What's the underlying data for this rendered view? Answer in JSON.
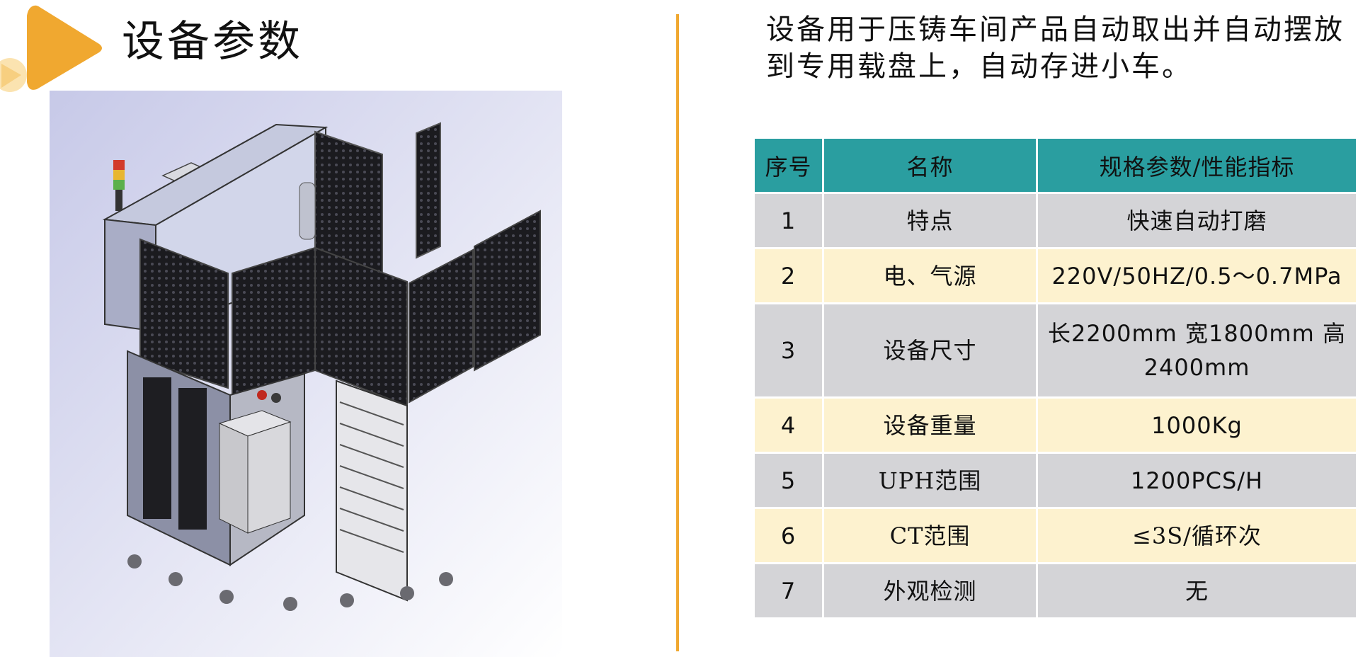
{
  "header": {
    "title": "设备参数"
  },
  "description": "设备用于压铸车间产品自动取出并自动摆放到专用载盘上，自动存进小车。",
  "table": {
    "headers": [
      "序号",
      "名称",
      "规格参数/性能指标"
    ],
    "rows": [
      {
        "no": "1",
        "name": "特点",
        "spec": "快速自动打磨"
      },
      {
        "no": "2",
        "name": "电、气源",
        "spec": "220V/50HZ/0.5～0.7MPa"
      },
      {
        "no": "3",
        "name": "设备尺寸",
        "spec": "长2200mm 宽1800mm 高2400mm"
      },
      {
        "no": "4",
        "name": "设备重量",
        "spec": "1000Kg"
      },
      {
        "no": "5",
        "name": "UPH范围",
        "spec": "1200PCS/H"
      },
      {
        "no": "6",
        "name": "CT范围",
        "spec": "≤3S/循环次"
      },
      {
        "no": "7",
        "name": "外观检测",
        "spec": "无"
      }
    ]
  },
  "colors": {
    "accent_orange": "#f0a830",
    "header_teal": "#2a9ea0",
    "row_grey": "#d4d4d7",
    "row_cream": "#fdf2cf"
  }
}
